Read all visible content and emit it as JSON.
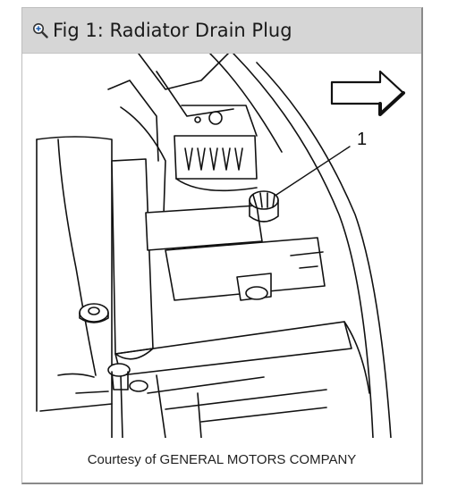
{
  "figure": {
    "title": "Fig 1: Radiator Drain Plug",
    "zoom_icon": "zoom-in-magnifier-icon",
    "callout_label": "1",
    "caption": "Courtesy of GENERAL MOTORS COMPANY"
  }
}
